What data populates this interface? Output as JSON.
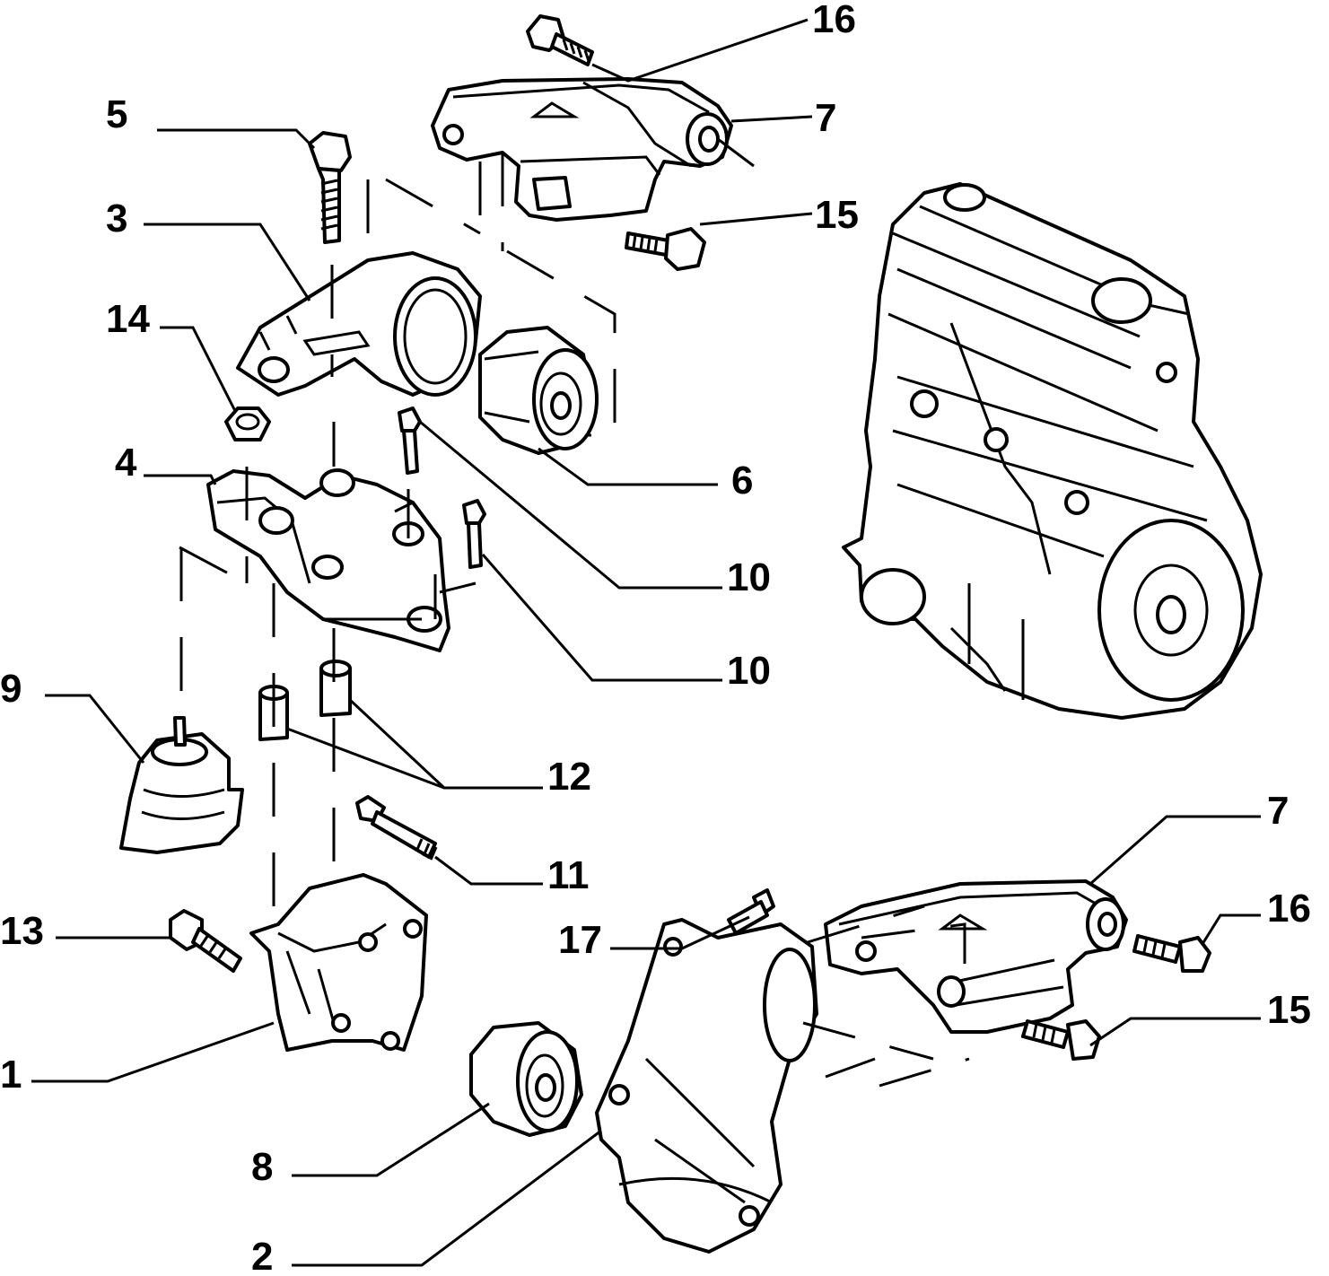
{
  "diagram": {
    "callouts": [
      {
        "id": "c16a",
        "text": "16"
      },
      {
        "id": "c7a",
        "text": "7"
      },
      {
        "id": "c5",
        "text": "5"
      },
      {
        "id": "c3",
        "text": "3"
      },
      {
        "id": "c15a",
        "text": "15"
      },
      {
        "id": "c14",
        "text": "14"
      },
      {
        "id": "c6",
        "text": "6"
      },
      {
        "id": "c4",
        "text": "4"
      },
      {
        "id": "c10a",
        "text": "10"
      },
      {
        "id": "c10b",
        "text": "10"
      },
      {
        "id": "c9",
        "text": "9"
      },
      {
        "id": "c12",
        "text": "12"
      },
      {
        "id": "c11",
        "text": "11"
      },
      {
        "id": "c7b",
        "text": "7"
      },
      {
        "id": "c16b",
        "text": "16"
      },
      {
        "id": "c13",
        "text": "13"
      },
      {
        "id": "c17",
        "text": "17"
      },
      {
        "id": "c15b",
        "text": "15"
      },
      {
        "id": "c1",
        "text": "1"
      },
      {
        "id": "c8",
        "text": "8"
      },
      {
        "id": "c2",
        "text": "2"
      }
    ]
  }
}
